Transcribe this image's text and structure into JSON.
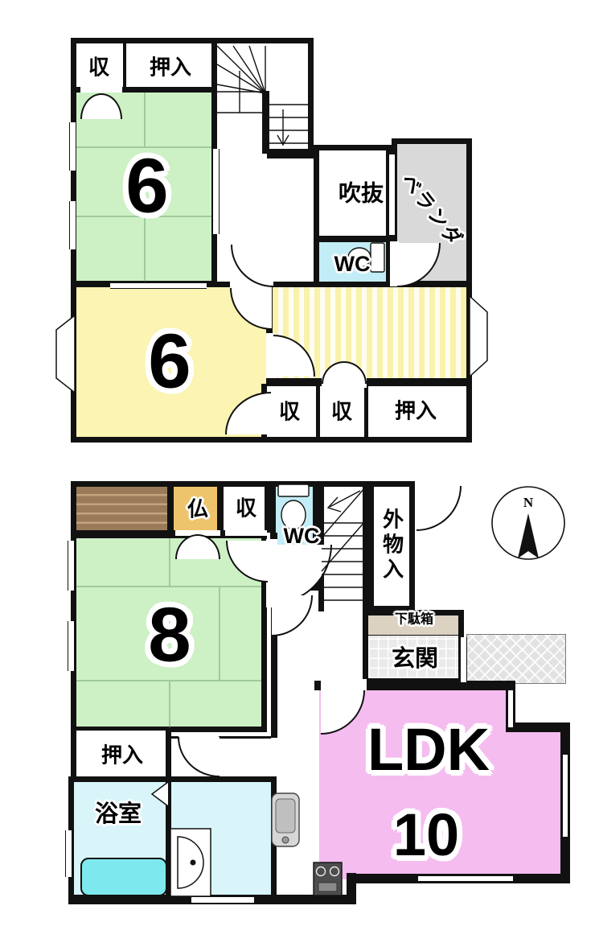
{
  "floor2": {
    "closet_top": "収",
    "oshiire_top": "押入",
    "tatami_room_a": "6",
    "void_room": "吹抜",
    "veranda": "ベランダ",
    "wc": "WC",
    "tatami_room_b": "6",
    "closet_bottom_1": "収",
    "closet_bottom_2": "収",
    "oshiire_bottom": "押入"
  },
  "floor1": {
    "butsudan": "仏",
    "closet": "収",
    "wc": "WC",
    "outdoor_storage": "外物入",
    "shoe_cabinet": "下駄箱",
    "entrance": "玄関",
    "tatami_room": "8",
    "oshiire": "押入",
    "bathroom": "浴室",
    "ldk_label": "LDK",
    "ldk_size": "10",
    "compass_north": "N"
  },
  "colors": {
    "wall": "#111111",
    "tatami_green": "#cdf0c5",
    "room_yellow": "#fbf4b2",
    "hall_stripe_a": "#f9f2ab",
    "hall_stripe_b": "#fffdf0",
    "wc_cyan": "#c3edf6",
    "bath_cyan": "#d9f5fa",
    "bathtub_cyan": "#7de9ee",
    "ldk_pink": "#f5bcf0",
    "veranda_gray": "#d9d9d9",
    "wood_a": "#9a7b59",
    "wood_b": "#c2a37d",
    "butsudan_orange": "#edc46b",
    "shoebox_tan": "#dbd2c2",
    "genkan_gray": "#eaeaea",
    "porch_gray": "#e2e2e2"
  }
}
